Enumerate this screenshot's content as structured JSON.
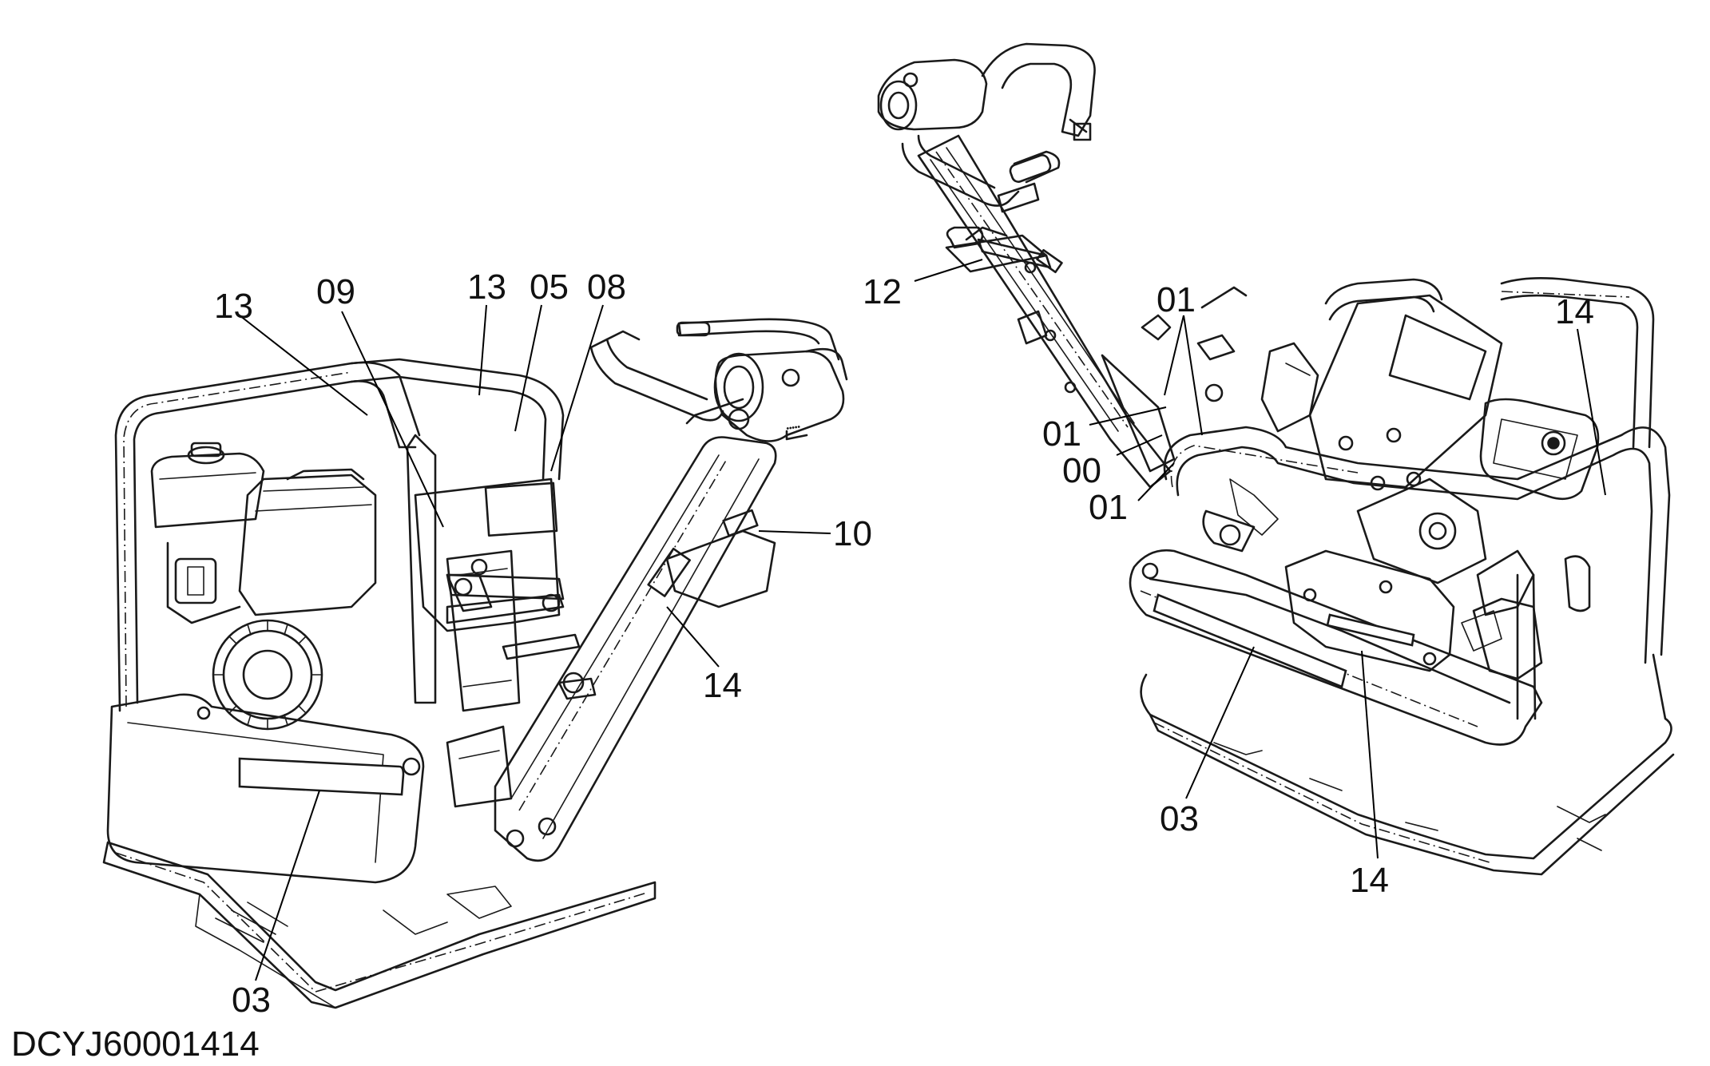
{
  "drawing_id": "DCYJ60001414",
  "views": {
    "left": {
      "callouts": [
        {
          "label": "13",
          "part": "13"
        },
        {
          "label": "09",
          "part": "09"
        },
        {
          "label": "13",
          "part": "13"
        },
        {
          "label": "05",
          "part": "05"
        },
        {
          "label": "08",
          "part": "08"
        },
        {
          "label": "10",
          "part": "10"
        },
        {
          "label": "14",
          "part": "14"
        },
        {
          "label": "03",
          "part": "03"
        }
      ]
    },
    "right": {
      "callouts": [
        {
          "label": "12",
          "part": "12"
        },
        {
          "label": "01",
          "part": "01"
        },
        {
          "label": "01",
          "part": "01"
        },
        {
          "label": "00",
          "part": "00"
        },
        {
          "label": "01",
          "part": "01"
        },
        {
          "label": "14",
          "part": "14"
        },
        {
          "label": "03",
          "part": "03"
        },
        {
          "label": "14",
          "part": "14"
        }
      ]
    }
  }
}
